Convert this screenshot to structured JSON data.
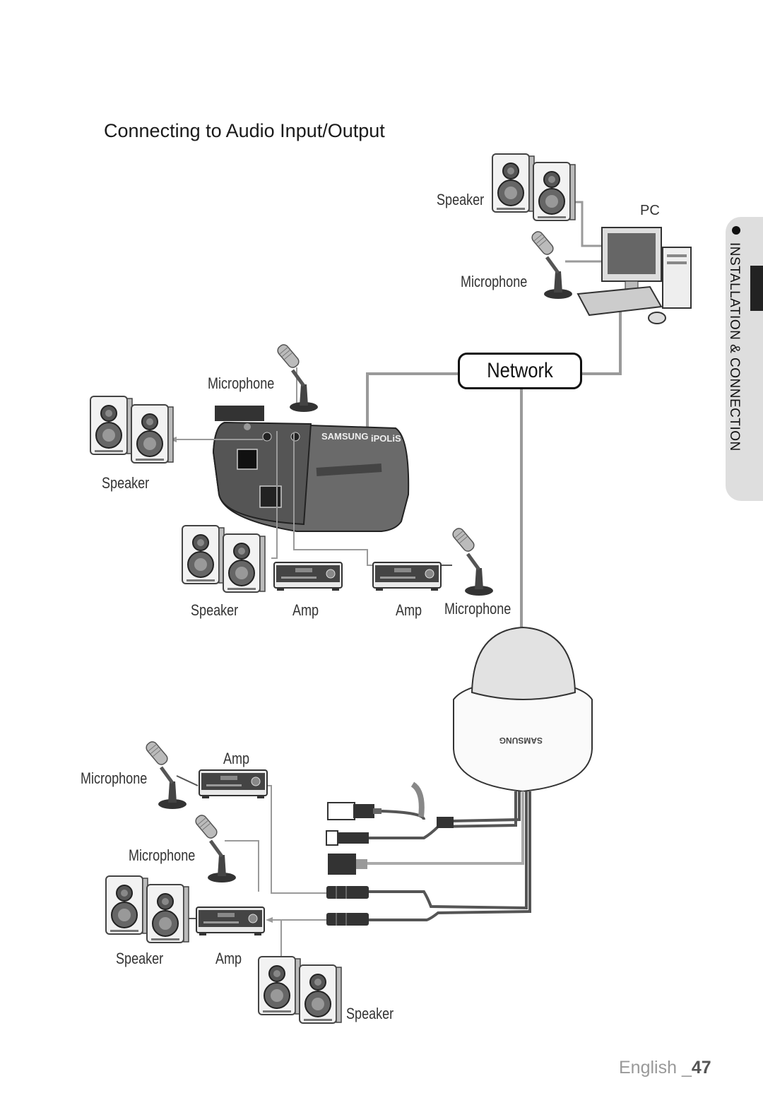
{
  "title": "Connecting to Audio Input/Output",
  "labels": {
    "pc_speaker": "Speaker",
    "pc": "PC",
    "pc_microphone": "Microphone",
    "network": "Network",
    "box_microphone": "Microphone",
    "box_speaker": "Speaker",
    "box_speaker_amp": "Speaker",
    "box_amp_out": "Amp",
    "box_amp_in": "Amp",
    "box_microphone_amp": "Microphone",
    "dome_amp_top": "Amp",
    "dome_microphone_amp": "Microphone",
    "dome_microphone": "Microphone",
    "dome_speaker_amp": "Speaker",
    "dome_amp_bottom": "Amp",
    "dome_speaker": "Speaker"
  },
  "camera": {
    "brand": "SAMSUNG",
    "model_logo": "iPOLiS",
    "dome_brand": "SAMSUNG"
  },
  "side_tab": "INSTALLATION & CONNECTION",
  "footer": {
    "language": "English _",
    "page": "47"
  },
  "colors": {
    "line_gray": "#9a9a9a",
    "tab_bg": "#dedede",
    "text": "#333333"
  }
}
